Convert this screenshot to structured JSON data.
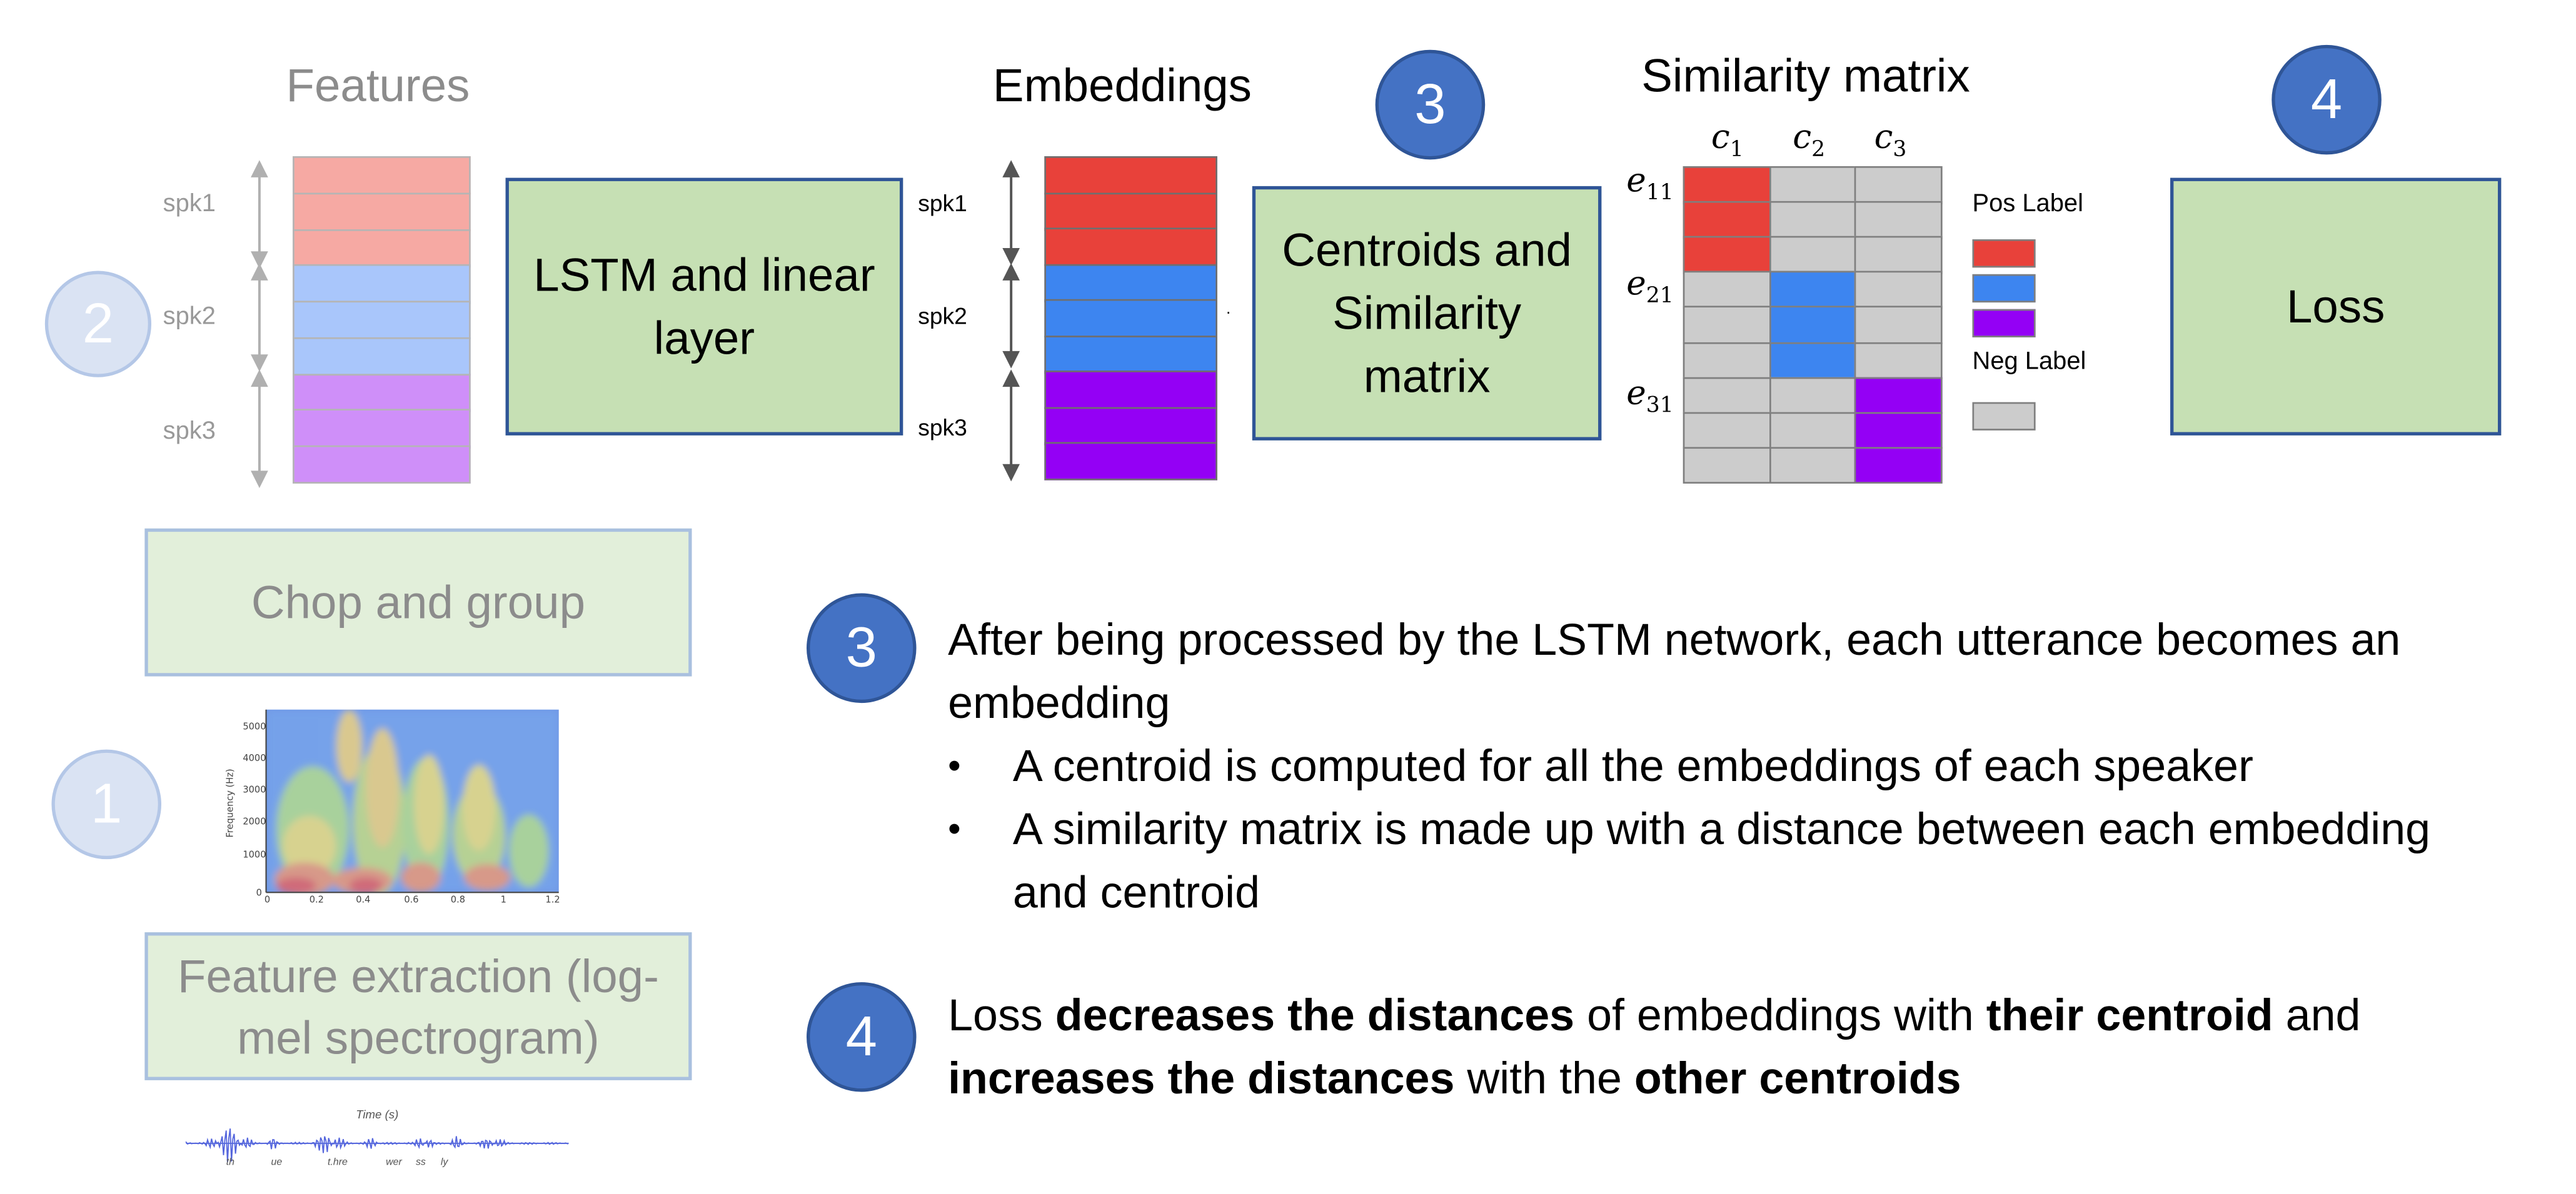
{
  "features_title": "Features",
  "embeddings_title": "Embeddings",
  "similarity_title": "Similarity matrix",
  "spk_labels": [
    "spk1",
    "spk2",
    "spk3"
  ],
  "boxes": {
    "lstm": "LSTM and linear layer",
    "centroids": "Centroids and Similarity matrix",
    "loss": "Loss",
    "chop": "Chop and group",
    "feature_extraction": "Feature extraction (log-mel spectrogram)"
  },
  "step_numbers": {
    "one": "1",
    "two": "2",
    "three": "3",
    "four": "4"
  },
  "matrix": {
    "col_labels": [
      {
        "base": "c",
        "sub": "1"
      },
      {
        "base": "c",
        "sub": "2"
      },
      {
        "base": "c",
        "sub": "3"
      }
    ],
    "row_labels": [
      {
        "base": "e",
        "sub": "11"
      },
      {
        "base": "e",
        "sub": "21"
      },
      {
        "base": "e",
        "sub": "31"
      }
    ]
  },
  "legend": {
    "pos": "Pos Label",
    "neg": "Neg Label"
  },
  "colors": {
    "speaker1": "#e8413a",
    "speaker2": "#3d85f0",
    "speaker3": "#9400f5",
    "speaker1_faded": "#f6a9a3",
    "speaker2_faded": "#a9c6fb",
    "speaker3_faded": "#cf8ff9",
    "negative": "#cccccc",
    "box_fill": "#c6e0b4",
    "box_border": "#2f5597",
    "circle": "#4472c4"
  },
  "step3": {
    "line1": "After being processed by the LSTM network, each utterance becomes an",
    "line2": "embedding",
    "bullet1": "A centroid is computed for all the embeddings of each speaker",
    "bullet2_line1": "A similarity matrix is made up with a distance between each embedding",
    "bullet2_line2": "and centroid"
  },
  "step4": {
    "segments": [
      {
        "text": "Loss ",
        "bold": false
      },
      {
        "text": "decreases the distances",
        "bold": true
      },
      {
        "text": " of embeddings with ",
        "bold": false
      },
      {
        "text": "their centroid",
        "bold": true
      },
      {
        "text": " and",
        "bold": false
      }
    ],
    "segments_line2": [
      {
        "text": "increases the distances",
        "bold": true
      },
      {
        "text": " with the ",
        "bold": false
      },
      {
        "text": "other centroids",
        "bold": true
      }
    ]
  },
  "spectrogram": {
    "y_ticks": [
      "5000",
      "4000",
      "3000",
      "2000",
      "1000",
      "0"
    ],
    "x_ticks": [
      "0",
      "0.2",
      "0.4",
      "0.6",
      "0.8",
      "1",
      "1.2"
    ],
    "y_label": "Frequency (Hz)"
  },
  "waveform": {
    "title": "Time (s)",
    "phones": [
      "th",
      "ue",
      "t.hre",
      "wer",
      "ss",
      "ly"
    ]
  }
}
